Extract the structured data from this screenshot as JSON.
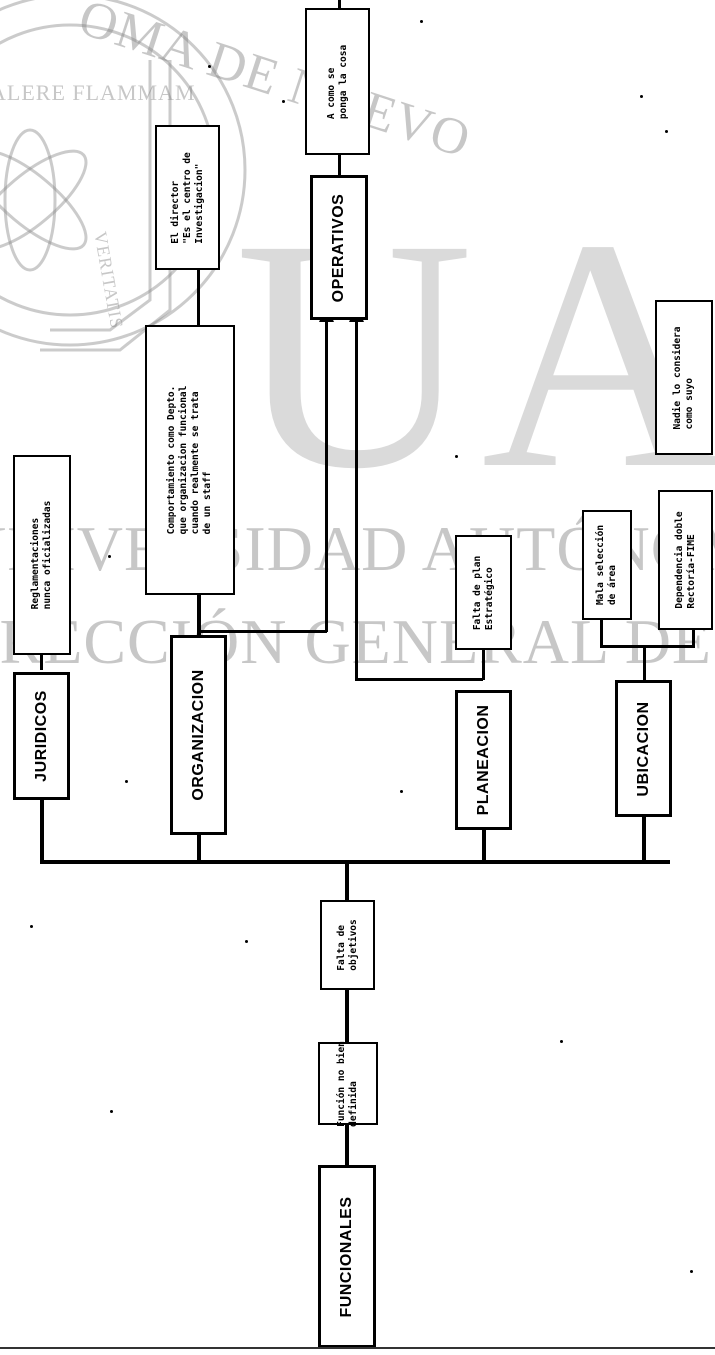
{
  "watermark": {
    "big_letters": "UAN",
    "line1": "UNIVERSIDAD AUTÓNOMA DE NUEVO",
    "line2": "DIRECCIÓN GENERAL DE BIBLIOTECAS",
    "seal_text_outer": "OMA DE NUEVO",
    "seal_text_inner": "VERITATIS",
    "seal_label": "ALERE FLAMMAM"
  },
  "diagram": {
    "root": "FUNCIONALES",
    "chain": [
      "Función no bien\ndefinida",
      "Falta de\nobjetivos"
    ],
    "categories": {
      "juridicos": {
        "label": "JURIDICOS",
        "note": "Reglamentaciones\nnunca oficializadas"
      },
      "organizacion": {
        "label": "ORGANIZACION",
        "note": "Comportamiento como Depto.\nque organizacion funcional\ncuando realmente se trata\nde un staff",
        "subnote": "El director\n\"Es el centro de\nInvestigacion\""
      },
      "planeacion": {
        "label": "PLANEACION",
        "note": "Falta de plan\nEstratégico"
      },
      "ubicacion": {
        "label": "UBICACION",
        "note_top": "Mala selección\nde área",
        "note_bottom": "Dependencia doble\nRectoría-FIME",
        "note_far": "Nadie lo considera\ncomo suyo"
      },
      "operativos": {
        "label": "OPERATIVOS",
        "note": "A como se\nponga la cosa"
      }
    }
  }
}
